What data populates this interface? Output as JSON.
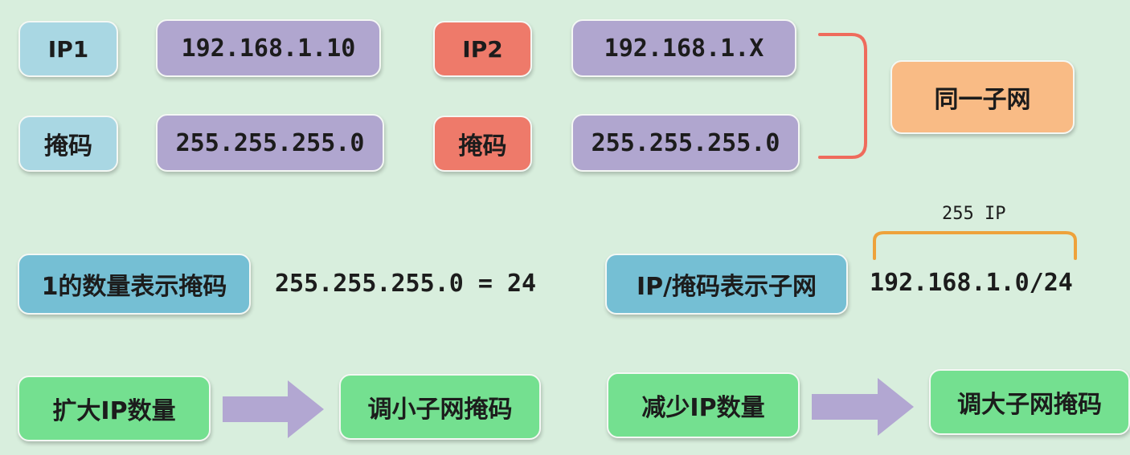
{
  "row1": {
    "ip1_label": "IP1",
    "ip1_value": "192.168.1.10",
    "ip2_label": "IP2",
    "ip2_value": "192.168.1.X"
  },
  "row2": {
    "mask1_label": "掩码",
    "mask1_value": "255.255.255.0",
    "mask2_label": "掩码",
    "mask2_value": "255.255.255.0"
  },
  "same_subnet_label": "同一子网",
  "notation": {
    "ones_count_label": "1的数量表示掩码",
    "equation": "255.255.255.0 = 24",
    "ip_mask_label": "IP/掩码表示子网",
    "range_label": "255 IP",
    "cidr": "192.168.1.0/24"
  },
  "rules": {
    "expand_label": "扩大IP数量",
    "shrink_mask_label": "调小子网掩码",
    "reduce_label": "减少IP数量",
    "grow_mask_label": "调大子网掩码"
  },
  "colors": {
    "label_light_blue": "#a9d7e3",
    "value_purple": "#b0a6cf",
    "label_red": "#ee7a6a",
    "result_orange": "#f9bb85",
    "notation_blue": "#75bfd4",
    "rule_green": "#74e090",
    "bracket_red": "#ef6b5c",
    "bracket_orange": "#eea23b",
    "arrow_purple": "#b2a7d2"
  }
}
